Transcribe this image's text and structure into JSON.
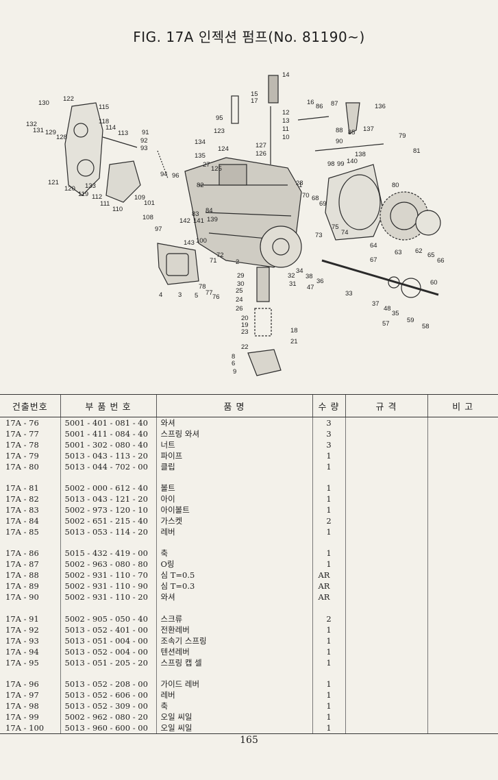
{
  "title": "FIG. 17A 인젝션 펌프(No. 81190~)",
  "callouts": [
    "14",
    "15",
    "17",
    "16",
    "86",
    "87",
    "136",
    "130",
    "122",
    "115",
    "118",
    "114",
    "113",
    "132",
    "131",
    "129",
    "128",
    "95",
    "12",
    "13",
    "11",
    "10",
    "123",
    "124",
    "127",
    "126",
    "134",
    "135",
    "125",
    "27",
    "91",
    "92",
    "93",
    "88",
    "85",
    "137",
    "79",
    "90",
    "138",
    "140",
    "98",
    "99",
    "81",
    "121",
    "120",
    "133",
    "119",
    "112",
    "111",
    "110",
    "96",
    "94",
    "82",
    "1",
    "28",
    "80",
    "109",
    "101",
    "108",
    "97",
    "83",
    "84",
    "70",
    "68",
    "69",
    "142",
    "141",
    "139",
    "143",
    "100",
    "71",
    "72",
    "2",
    "75",
    "74",
    "73",
    "64",
    "63",
    "62",
    "65",
    "66",
    "29",
    "32",
    "31",
    "30",
    "25",
    "24",
    "26",
    "34",
    "38",
    "36",
    "47",
    "33",
    "67",
    "60",
    "37",
    "48",
    "35",
    "59",
    "57",
    "58",
    "4",
    "3",
    "5",
    "78",
    "77",
    "76",
    "20",
    "19",
    "23",
    "18",
    "21",
    "22",
    "8",
    "6",
    "9"
  ],
  "table": {
    "headers": [
      "건출번호",
      "부 품 번 호",
      "품 명",
      "수 량",
      "규 격",
      "비 고"
    ],
    "rows": [
      [
        "17A - 76",
        "5001 - 401 - 081 - 40",
        "와셔",
        "3",
        "",
        ""
      ],
      [
        "17A - 77",
        "5001 - 411 - 084 - 40",
        "스프링 와셔",
        "3",
        "",
        ""
      ],
      [
        "17A - 78",
        "5001 - 302 - 080 - 40",
        "너트",
        "3",
        "",
        ""
      ],
      [
        "17A - 79",
        "5013 - 043 - 113 - 20",
        "파이프",
        "1",
        "",
        ""
      ],
      [
        "17A - 80",
        "5013 - 044 - 702 - 00",
        "클립",
        "1",
        "",
        ""
      ],
      [
        "",
        "",
        "",
        "",
        "",
        ""
      ],
      [
        "17A - 81",
        "5002 - 000 - 612 - 40",
        "볼트",
        "1",
        "",
        ""
      ],
      [
        "17A - 82",
        "5013 - 043 - 121 - 20",
        "아이",
        "1",
        "",
        ""
      ],
      [
        "17A - 83",
        "5002 - 973 - 120 - 10",
        "아이볼트",
        "1",
        "",
        ""
      ],
      [
        "17A - 84",
        "5002 - 651 - 215 - 40",
        "가스켓",
        "2",
        "",
        ""
      ],
      [
        "17A - 85",
        "5013 - 053 - 114 - 20",
        "레버",
        "1",
        "",
        ""
      ],
      [
        "",
        "",
        "",
        "",
        "",
        ""
      ],
      [
        "17A - 86",
        "5015 - 432 - 419 - 00",
        "축",
        "1",
        "",
        ""
      ],
      [
        "17A - 87",
        "5002 - 963 - 080 - 80",
        "O링",
        "1",
        "",
        ""
      ],
      [
        "17A - 88",
        "5002 - 931 - 110 - 70",
        "심 T=0.5",
        "AR",
        "",
        ""
      ],
      [
        "17A - 89",
        "5002 - 931 - 110 - 90",
        "심 T=0.3",
        "AR",
        "",
        ""
      ],
      [
        "17A - 90",
        "5002 - 931 - 110 - 20",
        "와셔",
        "AR",
        "",
        ""
      ],
      [
        "",
        "",
        "",
        "",
        "",
        ""
      ],
      [
        "17A - 91",
        "5002 - 905 - 050 - 40",
        "스크류",
        "2",
        "",
        ""
      ],
      [
        "17A - 92",
        "5013 - 052 - 401 - 00",
        "전환레버",
        "1",
        "",
        ""
      ],
      [
        "17A - 93",
        "5013 - 051 - 004 - 00",
        "조속기 스프링",
        "1",
        "",
        ""
      ],
      [
        "17A - 94",
        "5013 - 052 - 004 - 00",
        "텐션레버",
        "1",
        "",
        ""
      ],
      [
        "17A - 95",
        "5013 - 051 - 205 - 20",
        "스프링 캡 셀",
        "1",
        "",
        ""
      ],
      [
        "",
        "",
        "",
        "",
        "",
        ""
      ],
      [
        "17A - 96",
        "5013 - 052 - 208 - 00",
        "가이드 레버",
        "1",
        "",
        ""
      ],
      [
        "17A - 97",
        "5013 - 052 - 606 - 00",
        "레버",
        "1",
        "",
        ""
      ],
      [
        "17A - 98",
        "5013 - 052 - 309 - 00",
        "축",
        "1",
        "",
        ""
      ],
      [
        "17A - 99",
        "5002 - 962 - 080 - 20",
        "오일 씨일",
        "1",
        "",
        ""
      ],
      [
        "17A - 100",
        "5013 - 960 - 600 - 00",
        "오일 씨일",
        "1",
        "",
        ""
      ]
    ]
  },
  "page_number": "165"
}
